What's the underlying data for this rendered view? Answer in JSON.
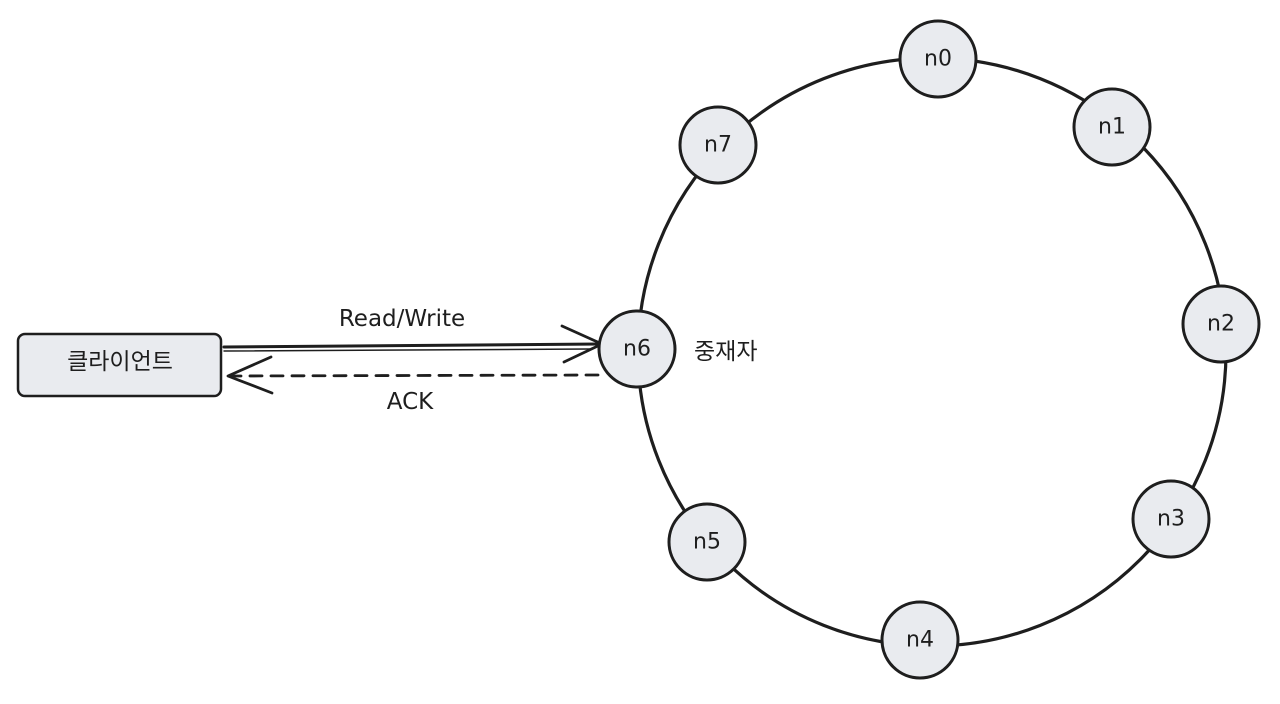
{
  "diagram": {
    "client": {
      "label": "클라이언트"
    },
    "coordinator": {
      "label": "중재자",
      "node": "n6"
    },
    "ring": {
      "nodes": [
        "n0",
        "n1",
        "n2",
        "n3",
        "n4",
        "n5",
        "n6",
        "n7"
      ]
    },
    "edges": {
      "request": {
        "label": "Read/Write",
        "from": "클라이언트",
        "to": "n6"
      },
      "response": {
        "label": "ACK",
        "from": "n6",
        "to": "클라이언트"
      }
    }
  }
}
